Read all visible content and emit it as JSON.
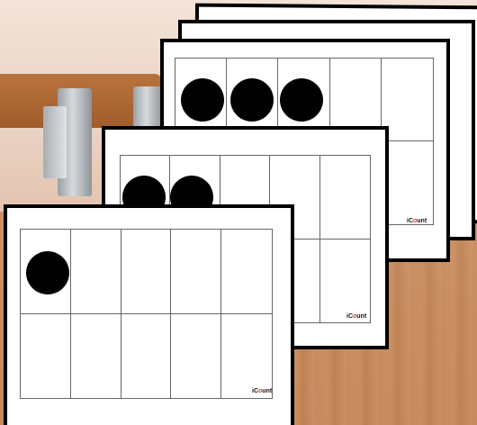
{
  "logo": {
    "text_before": "iC",
    "text_o": "o",
    "text_after": "unt",
    "tagline": ""
  },
  "cards": [
    {
      "name": "card-back-4",
      "dots": 0
    },
    {
      "name": "card-back-3",
      "dots": 0
    },
    {
      "name": "card-3-dots",
      "dots": 3
    },
    {
      "name": "card-2-dots",
      "dots": 2
    },
    {
      "name": "card-1-dot",
      "dots": 1
    }
  ],
  "colors": {
    "dot": "#000000",
    "border": "#000000",
    "logo_accent": "#e53935"
  }
}
